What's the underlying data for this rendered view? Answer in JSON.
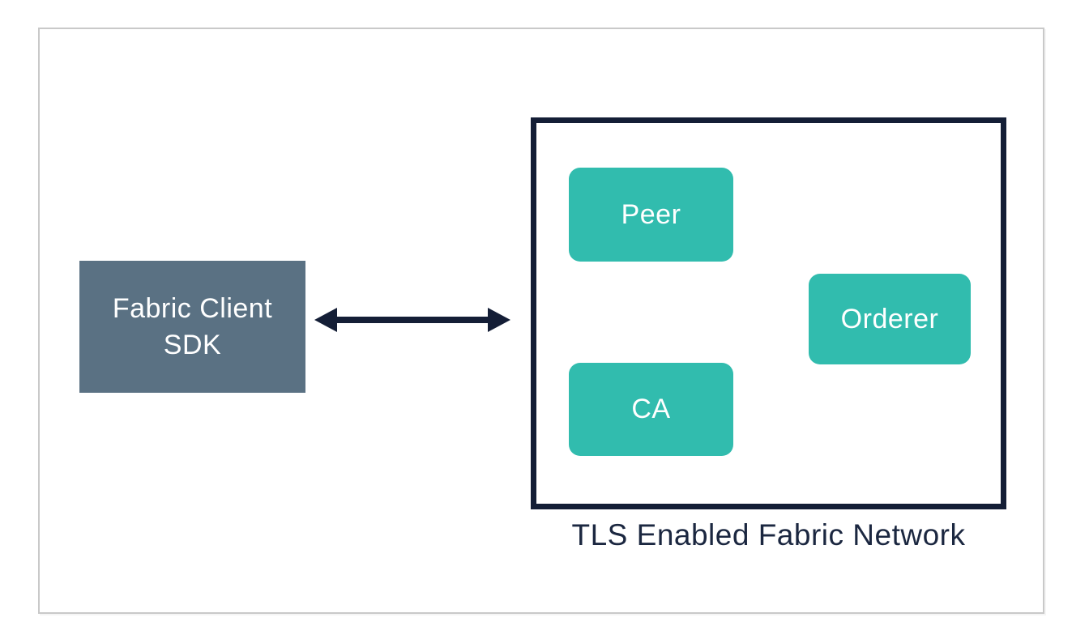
{
  "diagram": {
    "client": {
      "label": "Fabric Client SDK"
    },
    "connector": {
      "type": "double-headed-arrow",
      "direction": "horizontal"
    },
    "network": {
      "label": "TLS Enabled Fabric Network",
      "nodes": [
        {
          "id": "peer",
          "label": "Peer"
        },
        {
          "id": "orderer",
          "label": "Orderer"
        },
        {
          "id": "ca",
          "label": "CA"
        }
      ]
    },
    "colors": {
      "client_fill": "#5a7183",
      "node_fill": "#31bcae",
      "outline": "#141e36",
      "label_text": "#1b2740",
      "frame_border": "#c9c9c9",
      "node_text": "#ffffff"
    }
  }
}
